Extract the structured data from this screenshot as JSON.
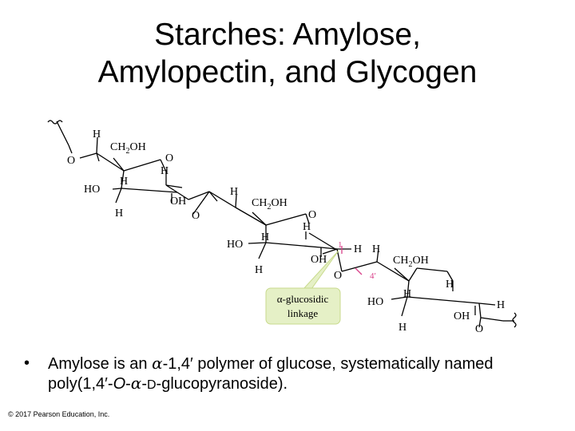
{
  "title": {
    "line1": "Starches: Amylose,",
    "line2": "Amylopectin, and Glycogen"
  },
  "figure": {
    "ring1": {
      "H_top": "H",
      "CH2OH": "CH",
      "sub2": "2",
      "OH_tail": "OH",
      "O_ring": "O",
      "H_right": "H",
      "HO": "HO",
      "H_mid": "H",
      "OH_bottom": "OH",
      "H_bottom": "H",
      "O_left": "O"
    },
    "ring2": {
      "H_top": "H",
      "CH2OH": "CH",
      "sub2": "2",
      "OH_tail": "OH",
      "O_ring": "O",
      "H_right": "H",
      "HO": "HO",
      "H_mid": "H",
      "OH_bottom": "OH",
      "H_bottom": "H",
      "O_link1": "O",
      "H_c1": "H",
      "num1": "1"
    },
    "ring3": {
      "H_top": "H",
      "CH2OH": "CH",
      "sub2": "2",
      "OH_tail": "OH",
      "H_right": "H",
      "HO": "HO",
      "H_mid": "H",
      "OH_bottom": "OH",
      "H_bottom": "H",
      "H_end": "H",
      "O_end": "O",
      "O_link2": "O",
      "num4": "4′"
    },
    "callout": {
      "line1": "α-glucosidic",
      "line2": "linkage"
    }
  },
  "bullet": {
    "marker": "•",
    "p1": "Amylose is an ",
    "alpha1": "α",
    "p2": "-1,4′ polymer of glucose, systematically named poly(1,4′-",
    "o_ital": "O",
    "p3": "-",
    "alpha2": "α",
    "p4": "-",
    "d_sc": "D",
    "p5": "-glucopyranoside)."
  },
  "copyright": "© 2017 Pearson Education, Inc.",
  "colors": {
    "callout_fill": "#e5f0c6",
    "callout_stroke": "#c8da8c",
    "magenta": "#d9428a"
  }
}
